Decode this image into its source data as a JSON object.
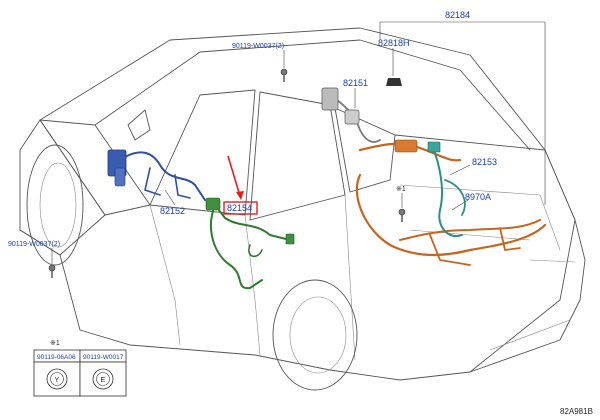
{
  "callouts": {
    "assy_top": "82184",
    "upper_right_1": "82818H",
    "roof_center": "82151",
    "right_mid": "82153",
    "right_lower": "8970A",
    "left_door": "82152",
    "rear_door": "82154",
    "bolt_top": "90119-W0037",
    "bolt_top_qty": "(2)",
    "bolt_left": "90119-W0037",
    "bolt_left_qty": "(2)",
    "note_mark_right": "※1",
    "note_mark_legend": "※1"
  },
  "legend": {
    "col1_part": "90119-06A06",
    "col1_symbol": "Y",
    "col2_part": "90119-W0017",
    "col2_symbol": "E"
  },
  "diagram_code": "82A981B",
  "colors": {
    "callout_text": "#1a3fb3",
    "harness_orange": "#c8641e",
    "harness_green": "#2f7a2f",
    "harness_teal": "#2e8f86",
    "harness_blue": "#2e4fa0",
    "highlight_red": "#e0201f",
    "car_outline": "#555555"
  }
}
